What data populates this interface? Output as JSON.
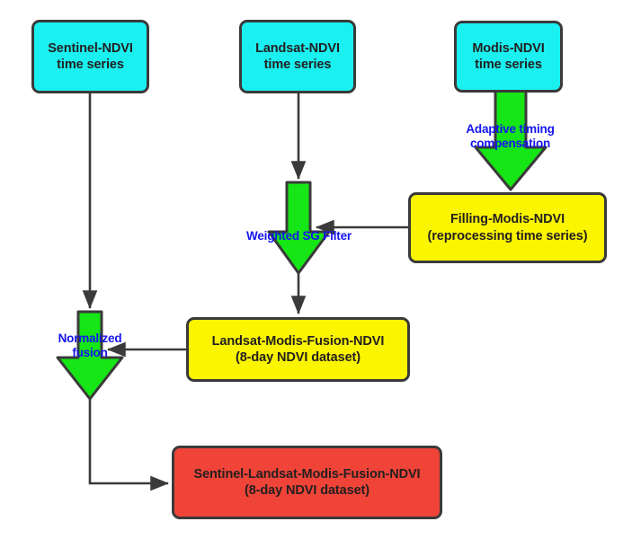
{
  "diagram": {
    "title": "NDVI time series fusion workflow",
    "colors": {
      "source_fill": "#1BF0F0",
      "intermediate_fill": "#FBF500",
      "output_fill": "#F04438",
      "process_arrow_fill": "#16E516",
      "stroke": "#3a3a3a",
      "label_text": "#1414F0",
      "box_text": "#231f20"
    },
    "nodes": [
      {
        "id": "sentinel-source",
        "kind": "source",
        "line1": "Sentinel-NDVI",
        "line2": "time series"
      },
      {
        "id": "landsat-source",
        "kind": "source",
        "line1": "Landsat-NDVI",
        "line2": "time series"
      },
      {
        "id": "modis-source",
        "kind": "source",
        "line1": "Modis-NDVI",
        "line2": "time series"
      },
      {
        "id": "filling-modis",
        "kind": "intermediate",
        "line1": "Filling-Modis-NDVI",
        "line2": "(reprocessing time series)"
      },
      {
        "id": "landsat-modis-fusion",
        "kind": "intermediate",
        "line1": "Landsat-Modis-Fusion-NDVI",
        "line2": "(8-day NDVI dataset)"
      },
      {
        "id": "sentinel-landsat-modis-fusion",
        "kind": "output",
        "line1": "Sentinel-Landsat-Modis-Fusion-NDVI",
        "line2": "(8-day NDVI dataset)"
      }
    ],
    "process_labels": [
      {
        "id": "adaptive-timing-compensation",
        "line1": "Adaptive timing",
        "line2": "compensation"
      },
      {
        "id": "weighted-sg-filter",
        "line1": "Weighted SG Filter",
        "line2": ""
      },
      {
        "id": "normalized-fusion",
        "line1": "Normalized",
        "line2": "fusion"
      }
    ],
    "process_arrows": [
      {
        "id": "modis-to-filling-arrow",
        "label": "adaptive-timing-compensation"
      },
      {
        "id": "landsat-to-fusion-arrow",
        "label": "weighted-sg-filter"
      },
      {
        "id": "sentinel-to-output-arrow",
        "label": "normalized-fusion"
      }
    ],
    "connectors": [
      {
        "id": "sentinel-down-connector",
        "from": "sentinel-source",
        "to": "sentinel-to-output-arrow"
      },
      {
        "id": "landsat-down-connector",
        "from": "landsat-source",
        "to": "landsat-to-fusion-arrow"
      },
      {
        "id": "filling-to-sg-connector",
        "from": "filling-modis",
        "to": "weighted-sg-filter"
      },
      {
        "id": "sg-to-fusion-connector",
        "from": "landsat-to-fusion-arrow",
        "to": "landsat-modis-fusion"
      },
      {
        "id": "fusion-to-normalized-connector",
        "from": "landsat-modis-fusion",
        "to": "normalized-fusion"
      },
      {
        "id": "normalized-to-output-connector",
        "from": "sentinel-to-output-arrow",
        "to": "sentinel-landsat-modis-fusion"
      }
    ]
  }
}
